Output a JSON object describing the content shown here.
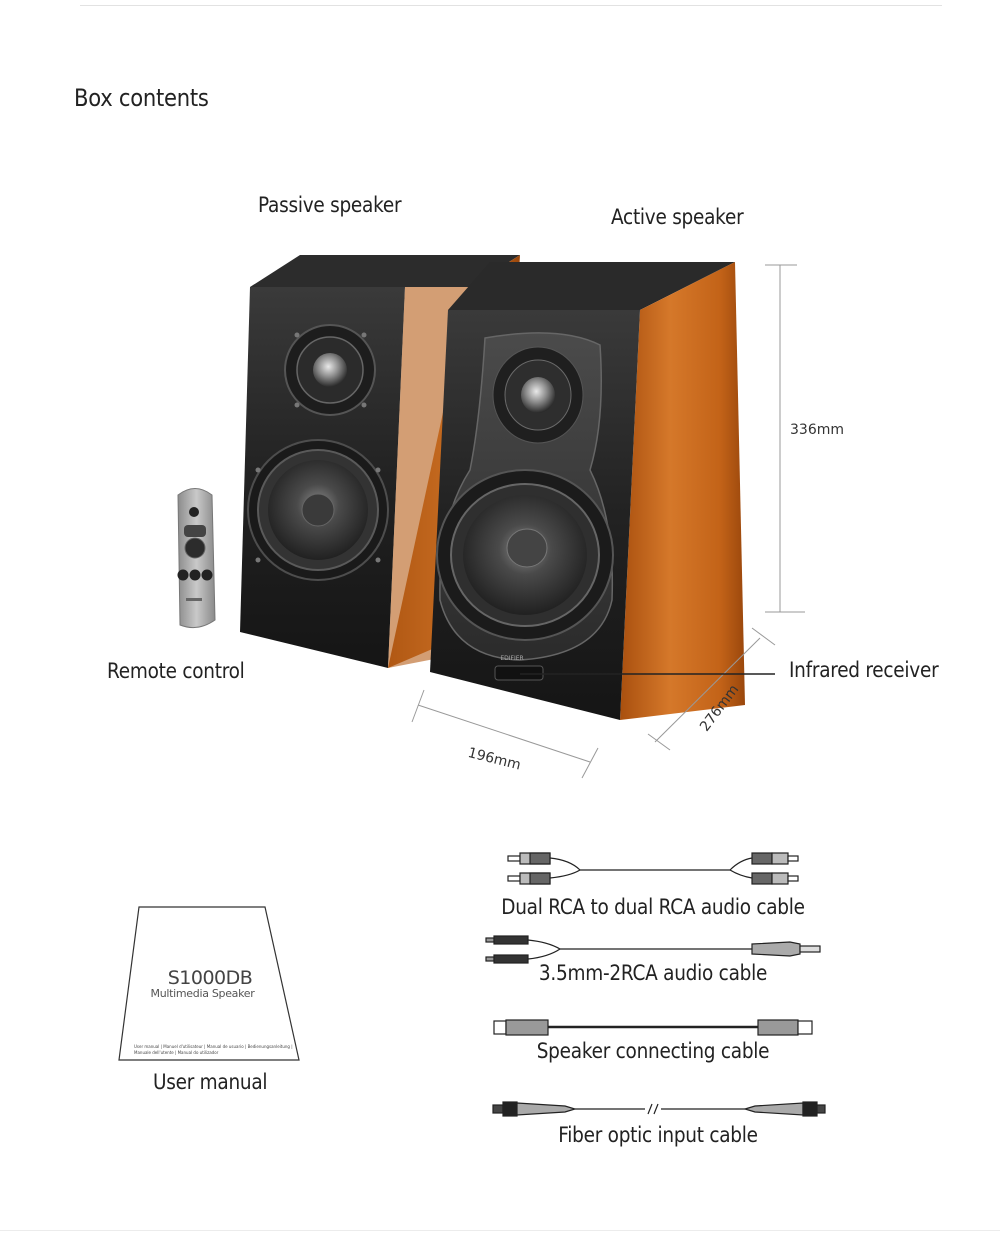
{
  "section": {
    "title": "Box contents"
  },
  "labels": {
    "passive_speaker": "Passive speaker",
    "active_speaker": "Active speaker",
    "remote_control": "Remote control",
    "infrared_receiver": "Infrared receiver"
  },
  "dimensions": {
    "height": "336mm",
    "width": "196mm",
    "depth": "276mm"
  },
  "manual": {
    "model": "S1000DB",
    "subtitle": "Multimedia Speaker",
    "languages_line1": "User manual | Manuel d'utilisateur | Manual de usuario | Bedienungsanleitung |",
    "languages_line2": "Manuale dell'utente | Manual do utilizador",
    "caption": "User manual"
  },
  "cables": {
    "rca_dual": "Dual RCA to dual RCA audio cable",
    "aux_rca": "3.5mm-2RCA audio cable",
    "speaker": "Speaker connecting cable",
    "optical": "Fiber optic input cable"
  },
  "colors": {
    "wood": "#c8661c",
    "speaker_black": "#262626",
    "remote_silver": "#a8a8a8"
  }
}
